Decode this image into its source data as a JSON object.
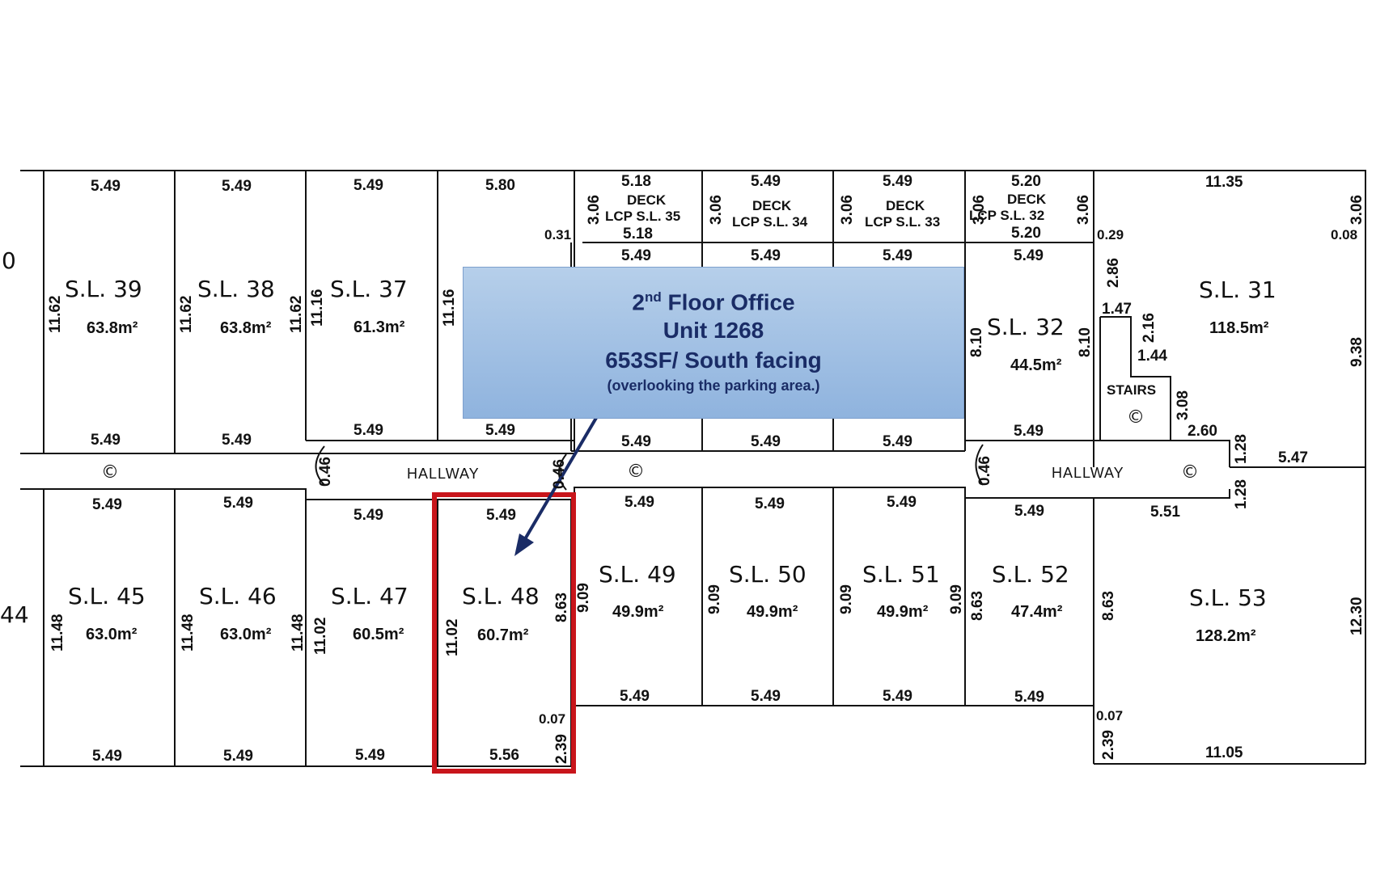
{
  "callout": {
    "floor_num": "2",
    "floor_suffix": "nd",
    "floor_rest": " Floor Office",
    "unit": "Unit 1268",
    "size": "653SF/ South facing",
    "note": "(overlooking the parking area.)"
  },
  "colors": {
    "highlight": "#c8151b",
    "arrow": "#1a2c66",
    "callout": "#a6c4e8"
  },
  "labels": {
    "hallway": "HALLWAY",
    "stairs": "STAIRS",
    "common": "©",
    "deck": "DECK",
    "edge_left_top": "0",
    "edge_left_bottom": "44"
  },
  "units": {
    "sl39": {
      "name": "S.L. 39",
      "area": "63.8m²"
    },
    "sl38": {
      "name": "S.L. 38",
      "area": "63.8m²"
    },
    "sl37": {
      "name": "S.L. 37",
      "area": "61.3m²"
    },
    "sl35": {
      "name": "LCP S.L. 35"
    },
    "sl34": {
      "name": "LCP S.L. 34"
    },
    "sl33": {
      "name": "LCP S.L. 33"
    },
    "sl32deck": {
      "name": "LCP S.L. 32"
    },
    "sl32": {
      "name": "S.L. 32",
      "area": "44.5m²"
    },
    "sl31": {
      "name": "S.L. 31",
      "area": "118.5m²"
    },
    "sl45": {
      "name": "S.L. 45",
      "area": "63.0m²"
    },
    "sl46": {
      "name": "S.L. 46",
      "area": "63.0m²"
    },
    "sl47": {
      "name": "S.L. 47",
      "area": "60.5m²"
    },
    "sl48": {
      "name": "S.L. 48",
      "area": "60.7m²"
    },
    "sl49": {
      "name": "S.L. 49",
      "area": "49.9m²"
    },
    "sl50": {
      "name": "S.L. 50",
      "area": "49.9m²"
    },
    "sl51": {
      "name": "S.L. 51",
      "area": "49.9m²"
    },
    "sl52": {
      "name": "S.L. 52",
      "area": "47.4m²"
    },
    "sl53": {
      "name": "S.L. 53",
      "area": "128.2m²"
    }
  },
  "dims": {
    "d549": "5.49",
    "d580": "5.80",
    "d518": "5.18",
    "d520": "5.20",
    "d1135": "11.35",
    "d306": "3.06",
    "d031": "0.31",
    "d029": "0.29",
    "d008": "0.08",
    "d1162": "11.62",
    "d1116": "11.16",
    "d810": "8.10",
    "d286": "2.86",
    "d147": "1.47",
    "d216": "2.16",
    "d144": "1.44",
    "d308": "3.08",
    "d260": "2.60",
    "d128": "1.28",
    "d547": "5.47",
    "d938": "9.38",
    "d046": "0.46",
    "d551": "5.51",
    "d1148": "11.48",
    "d1102": "11.02",
    "d863": "8.63",
    "d909": "9.09",
    "d1230": "12.30",
    "d007": "0.07",
    "d239": "2.39",
    "d556": "5.56",
    "d1105": "11.05"
  }
}
